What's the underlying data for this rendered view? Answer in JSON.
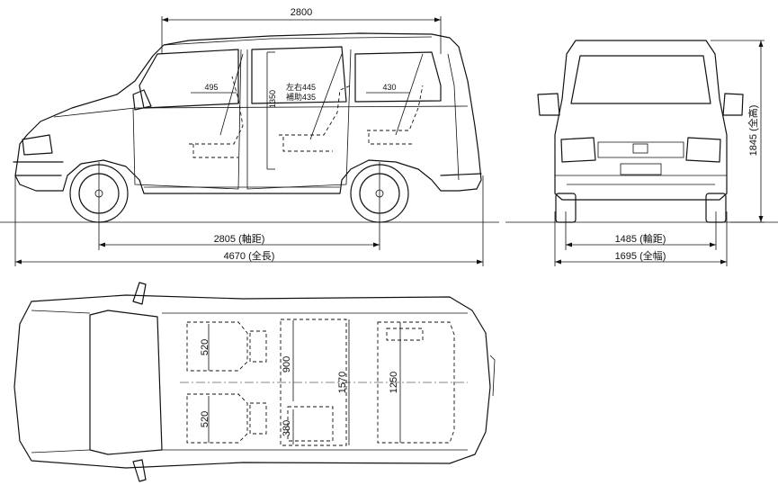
{
  "side_view": {
    "overall_length": "4670 (全長)",
    "wheelbase": "2805 (軸距)",
    "interior_length": "2800",
    "interior_height": "1350",
    "front_legroom": "495",
    "rear_legroom": "430",
    "second_row_side": "左右445",
    "second_row_aux": "補助435"
  },
  "front_view": {
    "overall_height": "1845 (全高)",
    "tread": "1485 (輪距)",
    "overall_width": "1695 (全幅)"
  },
  "top_view": {
    "front_seat_width_1": "520",
    "front_seat_width_2": "520",
    "second_row_width": "900",
    "aux_seat_width": "380",
    "interior_width": "1570",
    "third_row_width": "1250"
  }
}
